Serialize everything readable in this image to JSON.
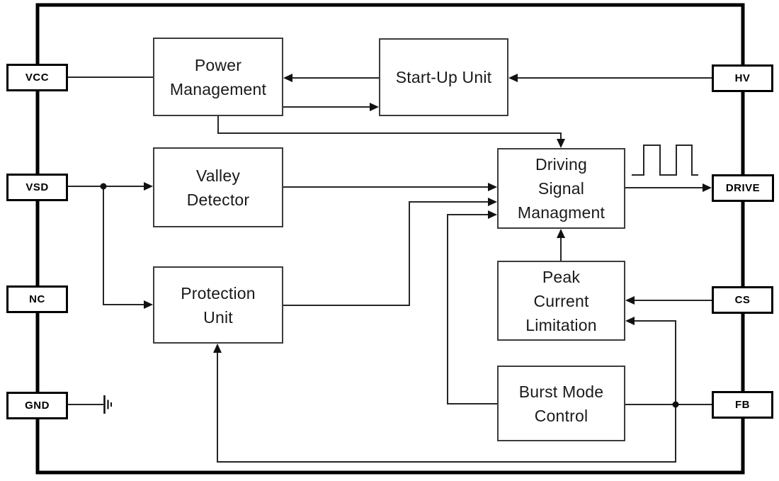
{
  "diagram_type": "ic-functional-block-diagram",
  "blocks": [
    {
      "id": "power-management",
      "label": "Power\nManagement"
    },
    {
      "id": "start-up-unit",
      "label": "Start-Up Unit"
    },
    {
      "id": "valley-detector",
      "label": "Valley\nDetector"
    },
    {
      "id": "protection-unit",
      "label": "Protection\nUnit"
    },
    {
      "id": "driving-signal-managment",
      "label": "Driving\nSignal\nManagment"
    },
    {
      "id": "peak-current-limitation",
      "label": "Peak\nCurrent\nLimitation"
    },
    {
      "id": "burst-mode-control",
      "label": "Burst Mode\nControl"
    }
  ],
  "pins": {
    "left": [
      {
        "id": "vcc",
        "label": "VCC"
      },
      {
        "id": "vsd",
        "label": "VSD"
      },
      {
        "id": "nc",
        "label": "NC"
      },
      {
        "id": "gnd",
        "label": "GND"
      }
    ],
    "right": [
      {
        "id": "hv",
        "label": "HV"
      },
      {
        "id": "drive",
        "label": "DRIVE"
      },
      {
        "id": "cs",
        "label": "CS"
      },
      {
        "id": "fb",
        "label": "FB"
      }
    ]
  },
  "icons": {
    "ground": "ground-icon",
    "pulse_waveform": "pulse-waveform-icon"
  },
  "colors": {
    "background": "#ffffff",
    "frame": "#000000",
    "block_border": "#3c3c3c",
    "wire": "#262626",
    "text": "#1a1a1a"
  }
}
